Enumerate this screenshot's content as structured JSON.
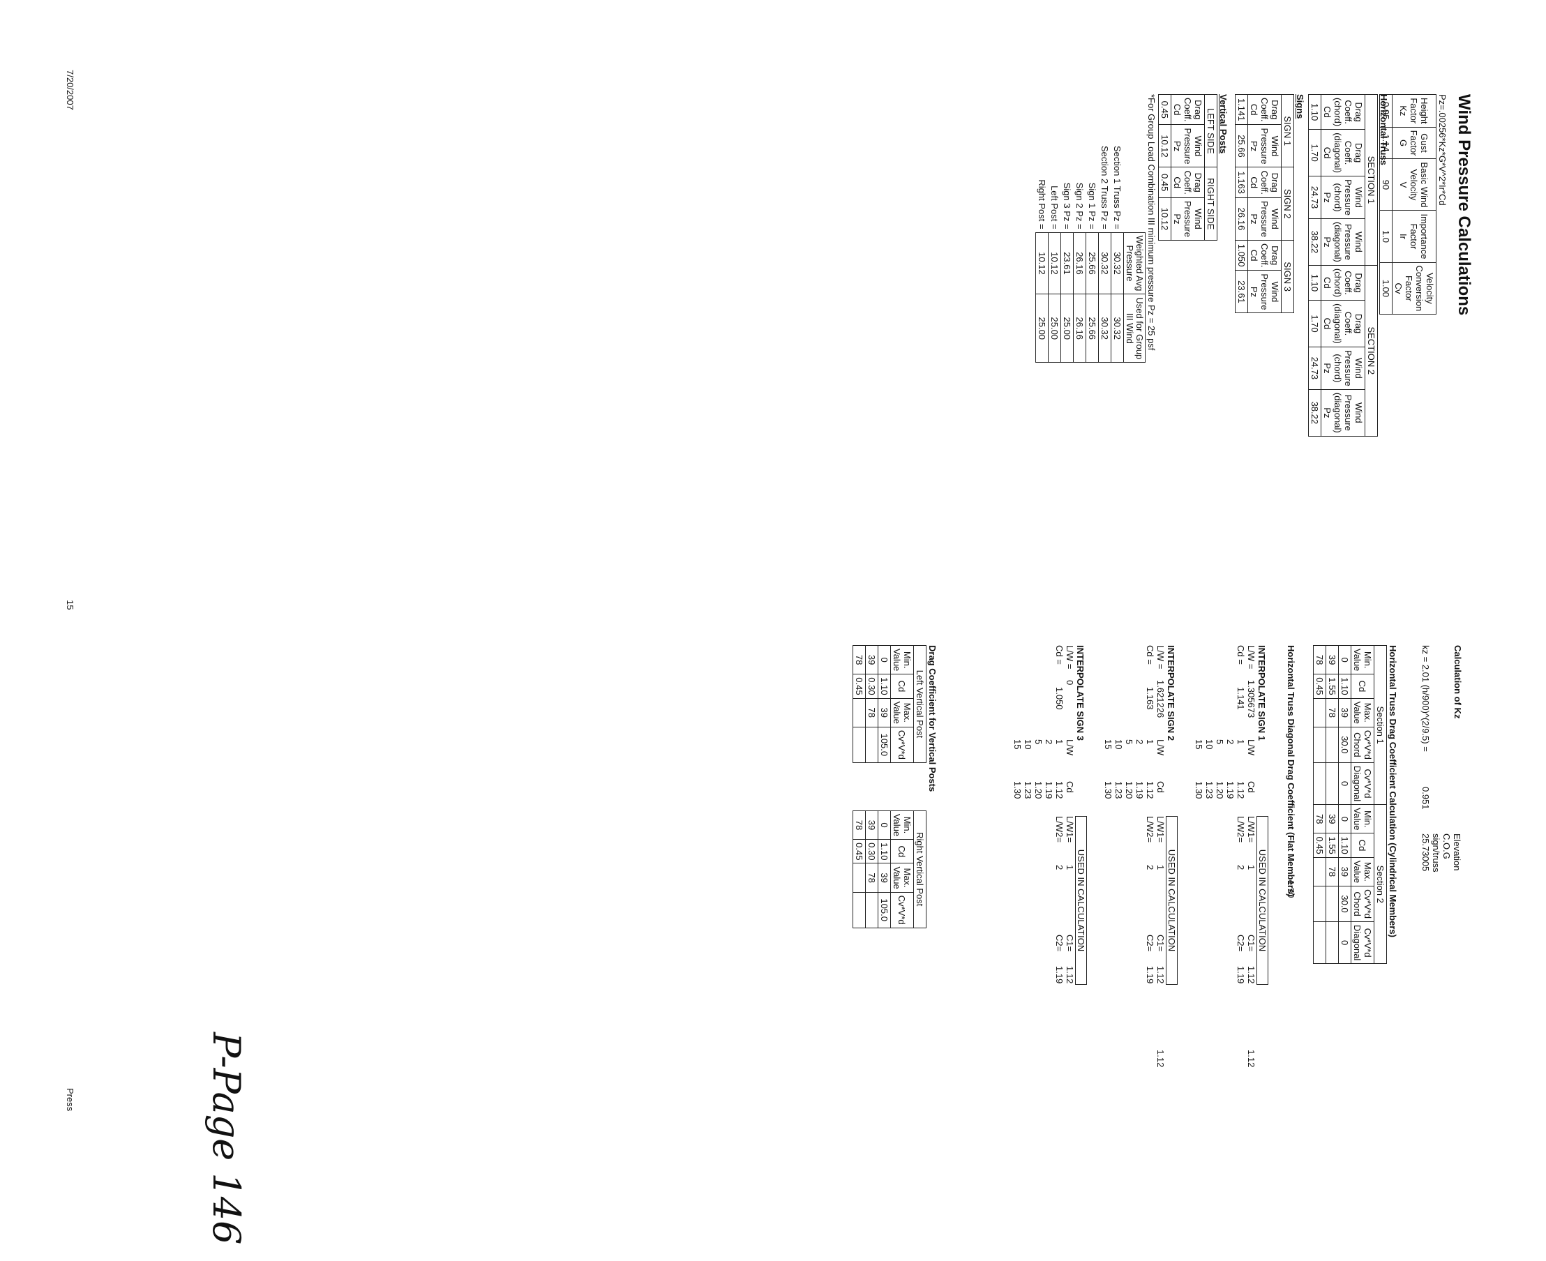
{
  "title": "Wind Pressure Calculations",
  "formula": "Pz=.00256*Kz*G*V^2*Ir*Cd",
  "factors": {
    "headers": [
      [
        "Height",
        "Factor",
        "Kz"
      ],
      [
        "Gust",
        "Factor",
        "G"
      ],
      [
        "Basic Wind",
        "Velocity",
        "V"
      ],
      [
        "Importance",
        "Factor",
        "Ir"
      ],
      [
        "Velocity",
        "Conversion",
        "Factor",
        "Cv"
      ]
    ],
    "values": [
      "0.95",
      "1.14",
      "90",
      "1.0",
      "1.00"
    ]
  },
  "horizontal_truss": {
    "heading": "Horizontal Truss",
    "section1": "SECTION 1",
    "section2": "SECTION 2",
    "headers": [
      [
        "Drag",
        "Coeff.",
        "(chord)",
        "Cd"
      ],
      [
        "Drag",
        "Coeff.",
        "(diagonal)",
        "Cd"
      ],
      [
        "Wind",
        "Pressure",
        "(chord)",
        "Pz"
      ],
      [
        "Wind",
        "Pressure",
        "(diagonal)",
        "Pz"
      ],
      [
        "Drag",
        "Coeff.",
        "(chord)",
        "Cd"
      ],
      [
        "Drag",
        "Coeff.",
        "(diagonal)",
        "Cd"
      ],
      [
        "Wind",
        "Pressure",
        "(chord)",
        "Pz"
      ],
      [
        "Wind",
        "Pressure",
        "(diagonal)",
        "Pz"
      ]
    ],
    "values": [
      "1.10",
      "1.70",
      "24.73",
      "38.22",
      "1.10",
      "1.70",
      "24.73",
      "38.22"
    ]
  },
  "signs": {
    "heading": "Signs",
    "groups": [
      "SIGN 1",
      "SIGN 2",
      "SIGN 3"
    ],
    "headers": [
      [
        "Drag",
        "Coeff.",
        "Cd"
      ],
      [
        "Wind",
        "Pressure",
        "Pz"
      ],
      [
        "Drag",
        "Coeff.",
        "Cd"
      ],
      [
        "Wind",
        "Pressure",
        "Pz"
      ],
      [
        "Drag",
        "Coeff.",
        "Cd"
      ],
      [
        "Wind",
        "Pressure",
        "Pz"
      ]
    ],
    "values": [
      "1.141",
      "25.66",
      "1.163",
      "26.16",
      "1.050",
      "23.61"
    ]
  },
  "vertical_posts": {
    "heading": "Vertical Posts",
    "groups": [
      "LEFT SIDE",
      "RIGHT SIDE"
    ],
    "headers": [
      [
        "Drag",
        "Coeff.",
        "Cd"
      ],
      [
        "Wind",
        "Pressure",
        "Pz"
      ],
      [
        "Drag",
        "Coeff.",
        "Cd"
      ],
      [
        "Wind",
        "Pressure",
        "Pz"
      ]
    ],
    "values": [
      "0.45",
      "10.12",
      "0.45",
      "10.12"
    ]
  },
  "group_load": {
    "note": "*For Group Load Combination III minimum pressure Pz = 25 psf",
    "headers": [
      [
        "Weighted Avg",
        "Pressure"
      ],
      [
        "Used for Group",
        "III Wind"
      ]
    ],
    "rows": [
      [
        "Section 1 Truss  Pz =",
        "30.32",
        "30.32"
      ],
      [
        "Section 2 Truss  Pz =",
        "30.32",
        "30.32"
      ],
      [
        "Sign 1 Pz =",
        "25.66",
        "25.66"
      ],
      [
        "Sign 2 Pz =",
        "26.16",
        "26.16"
      ],
      [
        "Sign 3 Pz =",
        "23.61",
        "25.00"
      ],
      [
        "Left Post =",
        "10.12",
        "25.00"
      ],
      [
        "Right Post =",
        "10.12",
        "25.00"
      ]
    ]
  },
  "kz": {
    "heading": "Calculation of Kz",
    "formula": "kz = 2.01 (h/900)^(2/9.5) =",
    "value": "0.951",
    "elev_labels": [
      "Elevation",
      "C.O.G",
      "sign/truss"
    ],
    "elev_value": "25.73005"
  },
  "cyl": {
    "heading": "Horizontal Truss Drag Coefficient Calculation (Cylindrical Members)",
    "sections": [
      "Section 1",
      "Section 2"
    ],
    "headers": [
      [
        "Min.",
        "Value"
      ],
      [
        "Cd"
      ],
      [
        "Max.",
        "Value"
      ],
      [
        "Cv*V*d",
        "Chord"
      ],
      [
        "Cv*V*d",
        "Diagonal"
      ]
    ],
    "rows": [
      [
        "0",
        "1.10",
        "39",
        "30.0",
        "0"
      ],
      [
        "39",
        "1.55",
        "78",
        "",
        ""
      ],
      [
        "78",
        "0.45",
        "",
        "",
        ""
      ]
    ]
  },
  "diag": {
    "heading": "Horizontal Truss Diagonal Drag Coefficient (Flat Members)",
    "value": "1.70"
  },
  "interp1": {
    "heading": "INTERPOLATE SIGN 1",
    "lw_label": "L/W =",
    "lw": "1.305673",
    "cd_label": "Cd =",
    "cd": "1.141",
    "table_head": [
      "L/W",
      "Cd"
    ],
    "table": [
      [
        "1",
        "1.12"
      ],
      [
        "2",
        "1.19"
      ],
      [
        "5",
        "1.20"
      ],
      [
        "10",
        "1.23"
      ],
      [
        "15",
        "1.30"
      ]
    ],
    "used": "USED IN CALCULATION",
    "lw1": "L/W1=",
    "lw1v": "1",
    "c1": "C1=",
    "c1v": "1.12",
    "lw2": "L/W2=",
    "lw2v": "2",
    "c2": "C2=",
    "c2v": "1.19",
    "extra": "1.12"
  },
  "interp2": {
    "heading": "INTERPOLATE SIGN 2",
    "lw_label": "L/W =",
    "lw": "1.621226",
    "cd_label": "Cd =",
    "cd": "1.163",
    "table_head": [
      "L/W",
      "Cd"
    ],
    "table": [
      [
        "1",
        "1.12"
      ],
      [
        "2",
        "1.19"
      ],
      [
        "5",
        "1.20"
      ],
      [
        "10",
        "1.23"
      ],
      [
        "15",
        "1.30"
      ]
    ],
    "used": "USED IN CALCULATION",
    "lw1": "L/W1=",
    "lw1v": "1",
    "c1": "C1=",
    "c1v": "1.12",
    "lw2": "L/W2=",
    "lw2v": "2",
    "c2": "C2=",
    "c2v": "1.19",
    "extra": "1.12"
  },
  "interp3": {
    "heading": "INTERPOLATE SIGN 3",
    "lw_label": "L/W =",
    "lw": "0",
    "cd_label": "Cd =",
    "cd": "1.050",
    "table_head": [
      "L/W",
      "Cd"
    ],
    "table": [
      [
        "1",
        "1.12"
      ],
      [
        "2",
        "1.19"
      ],
      [
        "5",
        "1.20"
      ],
      [
        "10",
        "1.23"
      ],
      [
        "15",
        "1.30"
      ]
    ],
    "used": "USED IN CALCULATION",
    "lw1": "L/W1=",
    "lw1v": "1",
    "c1": "C1=",
    "c1v": "1.12",
    "lw2": "L/W2=",
    "lw2v": "2",
    "c2": "C2=",
    "c2v": "1.19"
  },
  "vpost": {
    "heading": "Drag Coefficient for Vertical Posts",
    "groups": [
      "Left Vertical Post",
      "Right Vertical Post"
    ],
    "headers": [
      [
        "Min.",
        "Value"
      ],
      [
        "Cd"
      ],
      [
        "Max.",
        "Value"
      ],
      [
        "Cv*V*d"
      ]
    ],
    "rows": [
      [
        "0",
        "1.10",
        "39",
        "105.0"
      ],
      [
        "39",
        "0.30",
        "78",
        ""
      ],
      [
        "78",
        "0.45",
        "",
        ""
      ]
    ]
  },
  "footer": {
    "date": "7/20/2007",
    "page": "15",
    "sheet": "Press",
    "handwritten": "P-Page 146"
  }
}
